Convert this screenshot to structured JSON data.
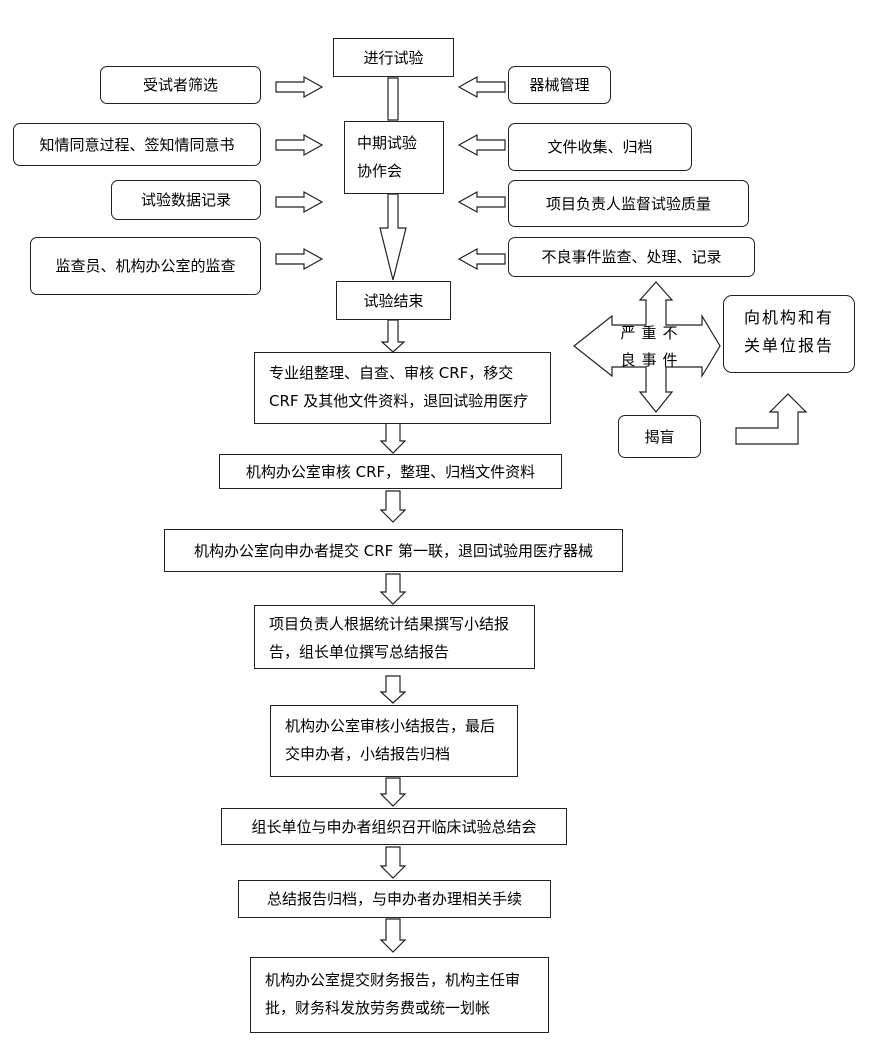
{
  "center": {
    "start": "进行试验",
    "mid": "中期试验协作会",
    "end": "试验结束"
  },
  "left": [
    "受试者筛选",
    "知情同意过程、签知情同意书",
    "试验数据记录",
    "监查员、机构办公室的监查"
  ],
  "right": [
    "器械管理",
    "文件收集、归档",
    "项目负责人监督试验质量",
    "不良事件监查、处理、记录"
  ],
  "ae": {
    "center": "严重不良事件",
    "report": "向机构和有关单位报告",
    "unblind": "揭盲"
  },
  "steps": [
    "专业组整理、自查、审核 CRF，移交 CRF 及其他文件资料，退回试验用医疗",
    "机构办公室审核 CRF，整理、归档文件资料",
    "机构办公室向申办者提交 CRF 第一联，退回试验用医疗器械",
    "项目负责人根据统计结果撰写小结报告，组长单位撰写总结报告",
    "机构办公室审核小结报告，最后交申办者，小结报告归档",
    "组长单位与申办者组织召开临床试验总结会",
    "总结报告归档，与申办者办理相关手续",
    "机构办公室提交财务报告，机构主任审批，财务科发放劳务费或统一划帐"
  ]
}
